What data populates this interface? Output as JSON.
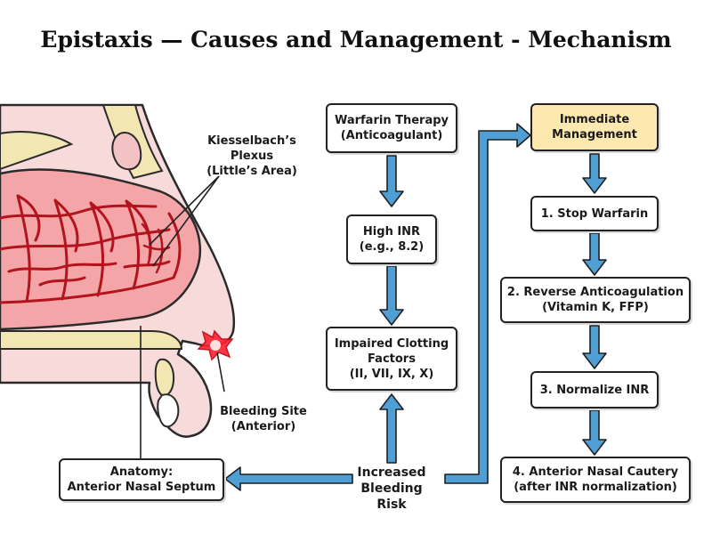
{
  "title": "Epistaxis — Causes and Management - Mechanism",
  "colors": {
    "arrow_fill": "#4f9fd4",
    "arrow_stroke": "#1f1f1f",
    "tissue": "#f4a5a8",
    "vessel": "#b3131c",
    "bone": "#f2e6b3",
    "bleed": "#ff2030",
    "highlight_box": "#fde9b0"
  },
  "anatomy": {
    "kiesselbach_lines": [
      "Kiesselbach’s",
      "Plexus",
      "(Little’s Area)"
    ],
    "bleeding_site_lines": [
      "Bleeding Site",
      "(Anterior)"
    ],
    "box_lines": [
      "Anatomy:",
      "Anterior Nasal Septum"
    ]
  },
  "mechanism": {
    "warfarin_lines": [
      "Warfarin Therapy",
      "(Anticoagulant)"
    ],
    "inr_lines": [
      "High INR",
      "(e.g., 8.2)"
    ],
    "clotting_lines": [
      "Impaired Clotting",
      "Factors",
      "(II, VII, IX, X)"
    ],
    "risk_lines": [
      "Increased",
      "Bleeding Risk"
    ]
  },
  "management": {
    "header_lines": [
      "Immediate",
      "Management"
    ],
    "step1_lines": [
      "1. Stop Warfarin"
    ],
    "step2_lines": [
      "2. Reverse Anticoagulation",
      "(Vitamin K, FFP)"
    ],
    "step3_lines": [
      "3. Normalize INR"
    ],
    "step4_lines": [
      "4. Anterior Nasal Cautery",
      "(after INR normalization)"
    ]
  }
}
